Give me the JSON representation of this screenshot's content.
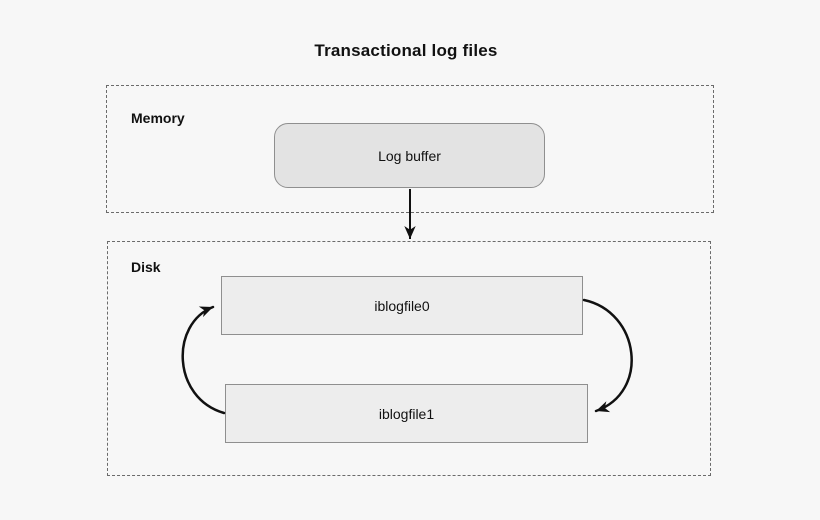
{
  "title": "Transactional log files",
  "regions": {
    "memory": {
      "label": "Memory",
      "node": {
        "label": "Log buffer"
      }
    },
    "disk": {
      "label": "Disk",
      "nodes": [
        {
          "label": "iblogfile0"
        },
        {
          "label": "iblogfile1"
        }
      ]
    }
  },
  "arrows": [
    {
      "name": "flush-arrow",
      "from": "Log buffer",
      "to": "Disk"
    },
    {
      "name": "rotate-right-arrow",
      "from": "iblogfile0",
      "to": "iblogfile1"
    },
    {
      "name": "rotate-left-arrow",
      "from": "iblogfile1",
      "to": "iblogfile0"
    }
  ],
  "colors": {
    "bg": "#f7f7f7",
    "region-border": "#6b6b6b",
    "rounded-node-fill": "#e3e3e3",
    "node-fill": "#ededed",
    "node-border": "#8f8f8f",
    "arrow": "#111111"
  }
}
